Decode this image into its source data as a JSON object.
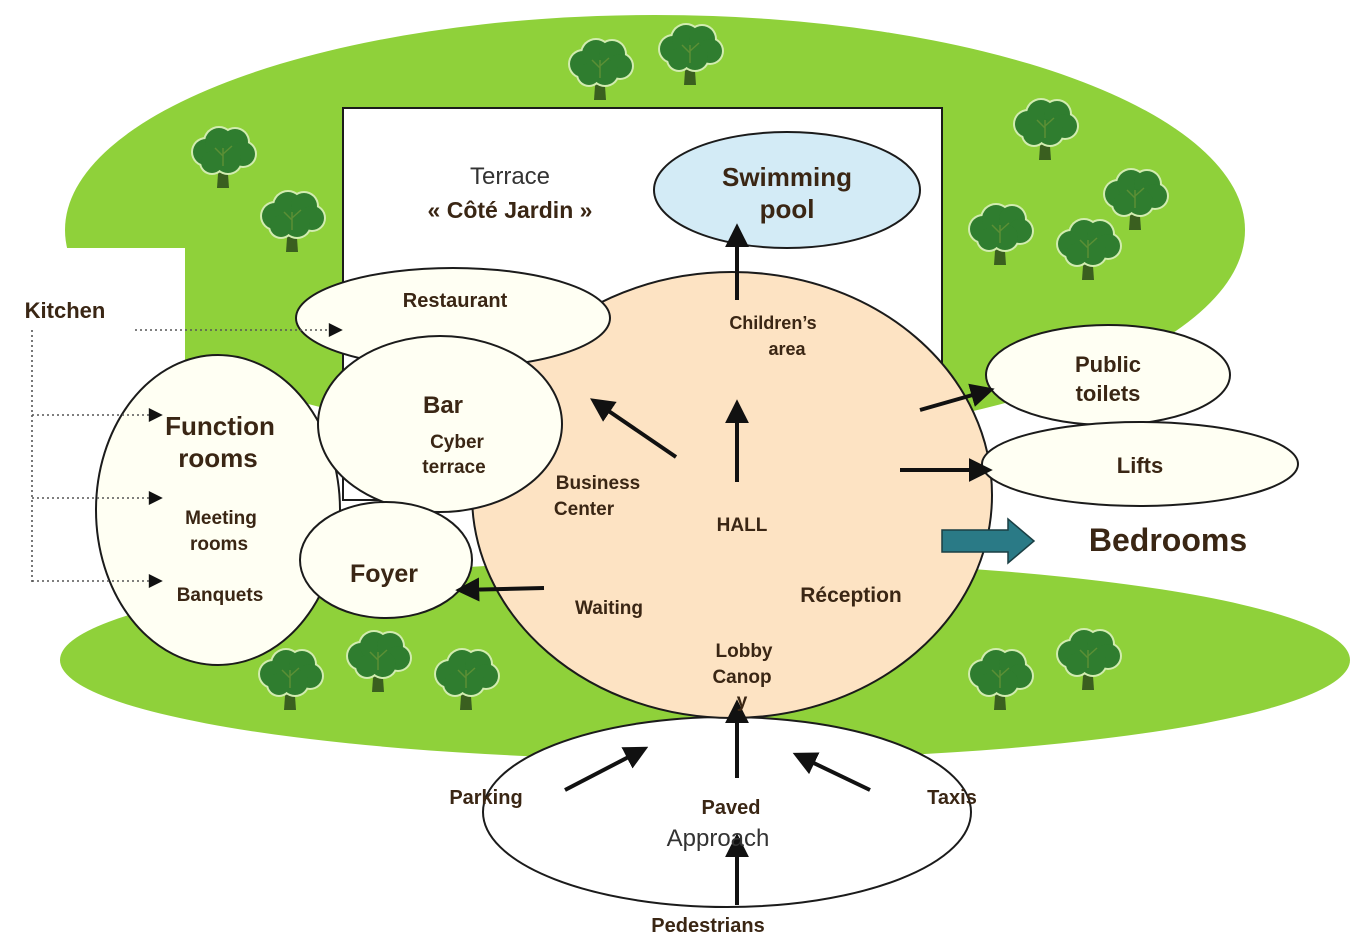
{
  "diagram": {
    "kitchen": "Kitchen",
    "terrace": {
      "title": "Terrace",
      "subtitle": "« Côté Jardin »"
    },
    "swimming_pool": [
      "Swimming",
      "pool"
    ],
    "restaurant": "Restaurant",
    "bar": {
      "title": "Bar",
      "sub": [
        "Cyber",
        "terrace"
      ]
    },
    "function_rooms": [
      "Function",
      "rooms"
    ],
    "meeting_rooms": [
      "Meeting",
      "rooms"
    ],
    "banquets": "Banquets",
    "foyer": "Foyer",
    "hall": {
      "title": "HALL",
      "childrens_area": [
        "Children’s",
        "area"
      ],
      "business_center": [
        "Business",
        "Center"
      ],
      "waiting": "Waiting",
      "reception": "Réception",
      "lobby_canopy": [
        "Lobby",
        "Canop",
        "y"
      ]
    },
    "public_toilets": [
      "Public",
      "toilets"
    ],
    "lifts": "Lifts",
    "bedrooms": "Bedrooms",
    "paved_approach": [
      "Paved",
      "Approach"
    ],
    "parking": "Parking",
    "taxis": "Taxis",
    "pedestrians": "Pedestrians"
  },
  "colors": {
    "lawn": "#8fd13a",
    "tree_canopy": "#2f7d2f",
    "tree_outline": "#d2ecb0",
    "tree_trunk": "#3a5f1f",
    "hall_fill": "#fde3c3",
    "pool_fill": "#d3ebf6",
    "room_fill": "#fffff3",
    "bedrooms_arrow": "#2a7a86"
  },
  "icons": {
    "tree": "tree-icon",
    "arrow": "arrow-icon"
  }
}
